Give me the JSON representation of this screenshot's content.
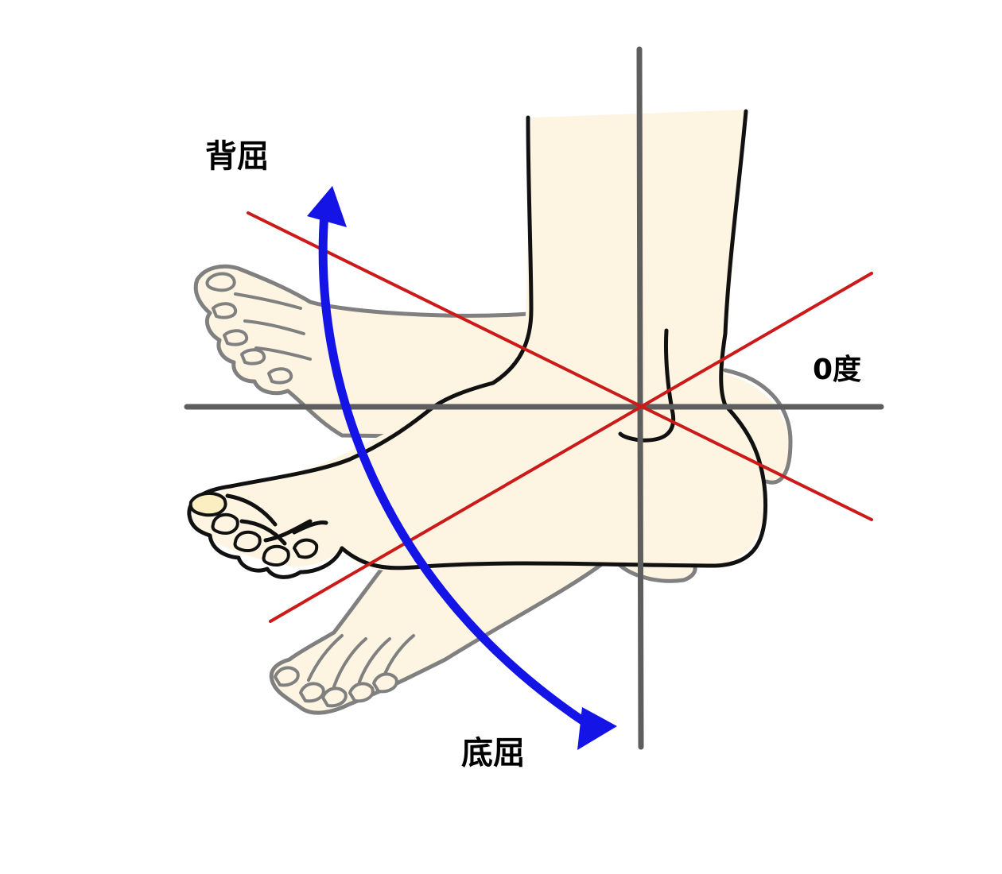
{
  "labels": {
    "dorsiflexion": "背屈",
    "plantarflexion": "底屈",
    "zero_degree": "0度"
  },
  "colors": {
    "skin": "#fdf4e1",
    "toenail": "#fbeec0",
    "outline_main": "#111111",
    "outline_ghost": "#808080",
    "axis": "#5e5e5e",
    "angle_line": "#cc1a1a",
    "arrow": "#1414e6",
    "background": "#ffffff"
  }
}
